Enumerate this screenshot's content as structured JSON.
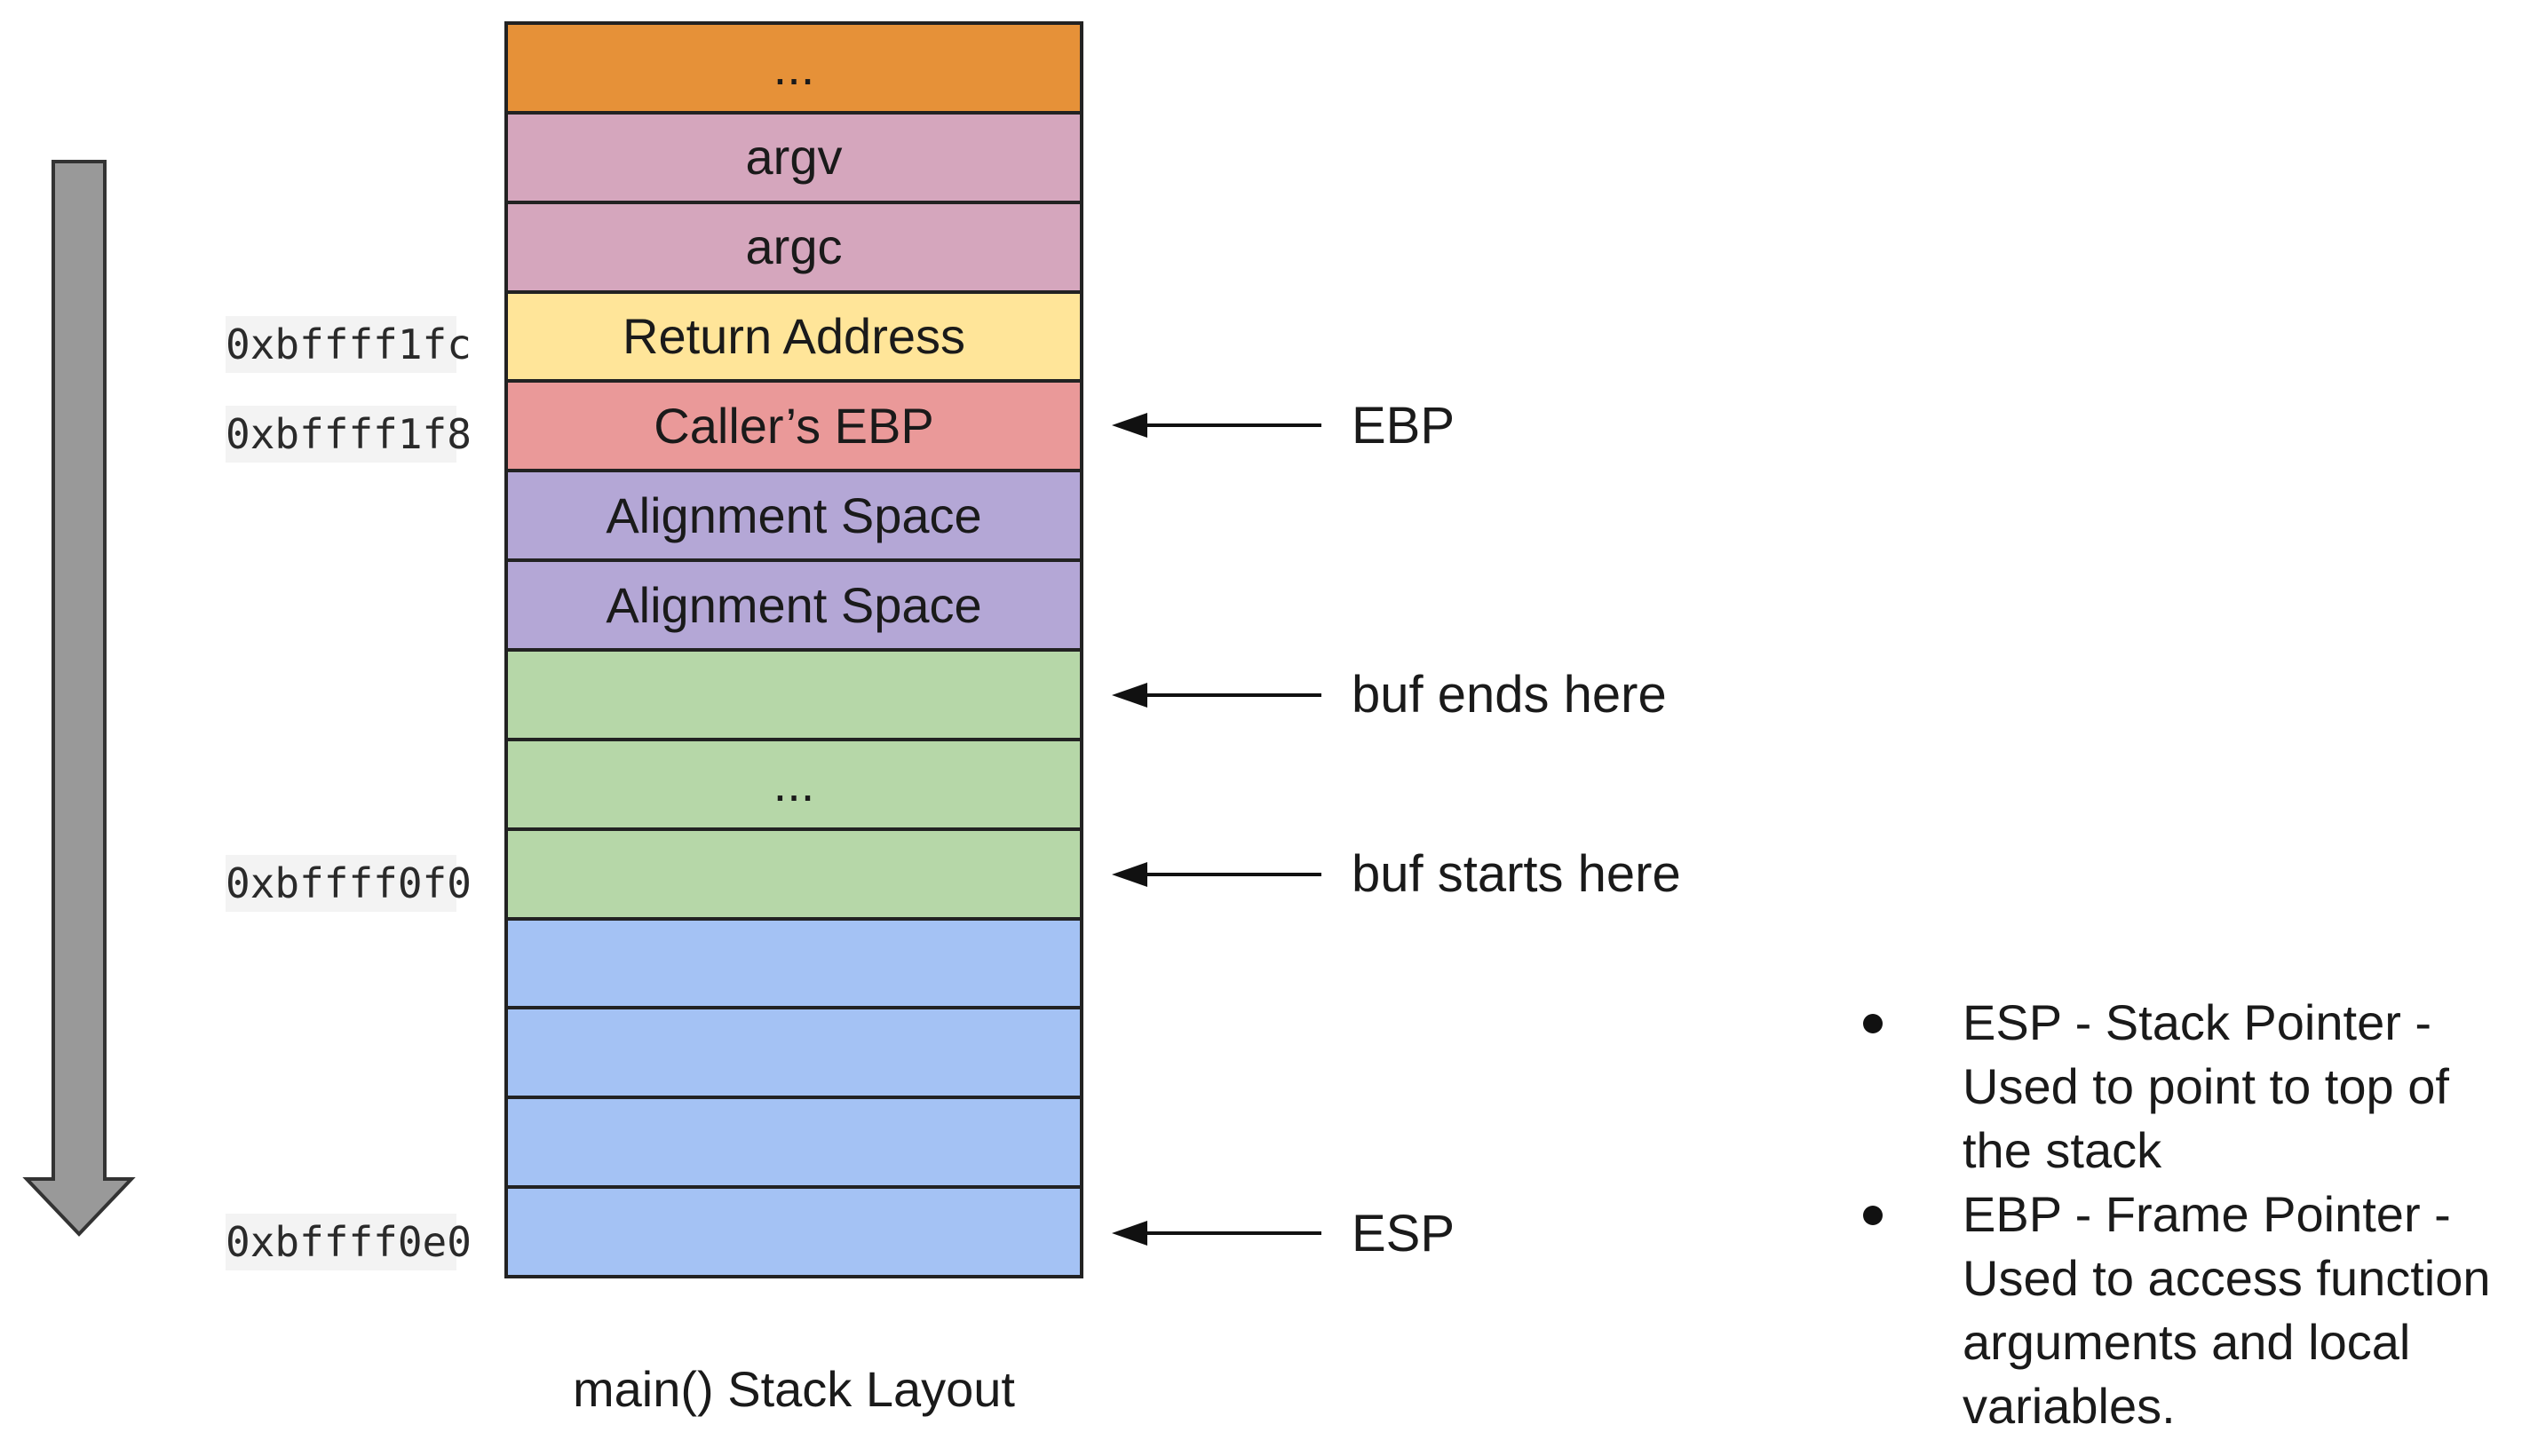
{
  "stack": {
    "cells": [
      {
        "label": "...",
        "color": "#e69138"
      },
      {
        "label": "argv",
        "color": "#d5a6bd"
      },
      {
        "label": "argc",
        "color": "#d5a6bd"
      },
      {
        "label": "Return Address",
        "color": "#ffe599"
      },
      {
        "label": "Caller’s EBP",
        "color": "#ea9999"
      },
      {
        "label": "Alignment Space",
        "color": "#b4a7d6"
      },
      {
        "label": "Alignment Space",
        "color": "#b4a7d6"
      },
      {
        "label": "",
        "color": "#b6d7a8"
      },
      {
        "label": "...",
        "color": "#b6d7a8"
      },
      {
        "label": "",
        "color": "#b6d7a8"
      },
      {
        "label": "",
        "color": "#a4c2f4"
      },
      {
        "label": "",
        "color": "#a4c2f4"
      },
      {
        "label": "",
        "color": "#a4c2f4"
      },
      {
        "label": "",
        "color": "#a4c2f4"
      }
    ],
    "caption": "main() Stack Layout"
  },
  "addresses": [
    {
      "text": "0xbffff1fc",
      "cell_index": 3
    },
    {
      "text": "0xbffff1f8",
      "cell_index": 4
    },
    {
      "text": "0xbffff0f0",
      "cell_index": 9
    },
    {
      "text": "0xbffff0e0",
      "cell_index": 13
    }
  ],
  "pointers": [
    {
      "label": "EBP",
      "cell_index": 4
    },
    {
      "label": "buf ends here",
      "cell_index": 7
    },
    {
      "label": "buf starts here",
      "cell_index": 9
    },
    {
      "label": "ESP",
      "cell_index": 13
    }
  ],
  "legend": [
    {
      "text": "ESP - Stack Pointer - Used to point to top of the stack"
    },
    {
      "text": "EBP - Frame Pointer - Used to access function arguments and local variables."
    }
  ],
  "growth_arrow_color": "#999999"
}
